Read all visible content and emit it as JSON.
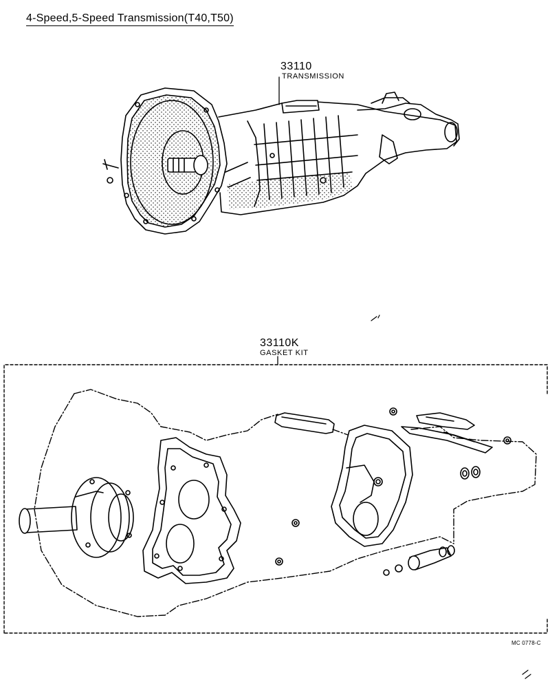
{
  "title": "4-Speed,5-Speed Transmission(T40,T50)",
  "parts": [
    {
      "number": "33110",
      "name": "TRANSMISSION"
    },
    {
      "number": "33110K",
      "name": "GASKET KIT"
    }
  ],
  "reference_code": "MC 0778-C"
}
